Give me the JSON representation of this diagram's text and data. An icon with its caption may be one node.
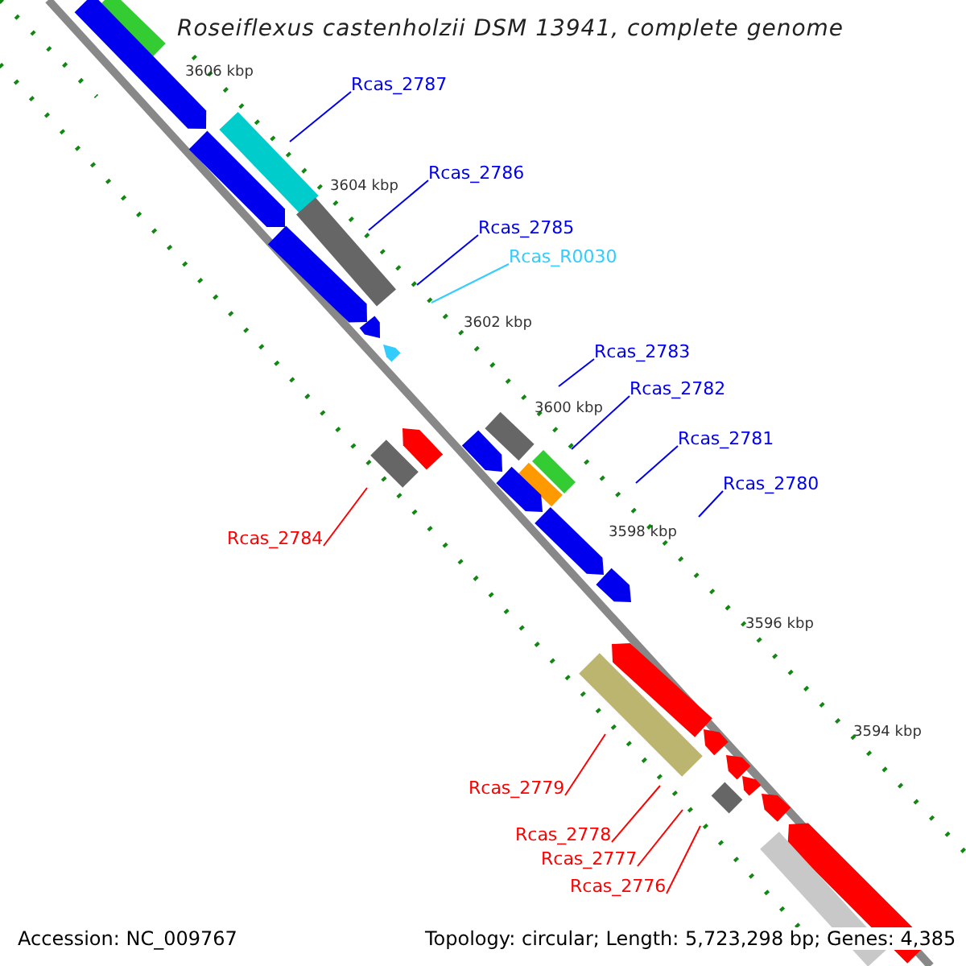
{
  "diagram": {
    "title": "Roseiflexus castenholzii DSM 13941, complete genome",
    "nodes": [
      {
        "text": [
          "Rcas_2787"
        ]
      },
      {
        "text": [
          "Rcas_2786"
        ]
      },
      {
        "text": [
          "Rcas_2785"
        ]
      },
      {
        "text": [
          "Rcas_R0030"
        ]
      },
      {
        "text": [
          "Rcas_2783"
        ]
      },
      {
        "text": [
          "Rcas_2782"
        ]
      },
      {
        "text": [
          "Rcas_2781"
        ]
      },
      {
        "text": [
          "Rcas_2780"
        ]
      },
      {
        "text": [
          "Rcas_2784"
        ]
      },
      {
        "text": [
          "Rcas_2779"
        ]
      },
      {
        "text": [
          "Rcas_2778"
        ]
      },
      {
        "text": [
          "Rcas_2777"
        ]
      },
      {
        "text": [
          "Rcas_2776"
        ]
      }
    ],
    "edges": [
      {
        "from": 0,
        "to": null,
        "arrow": "none"
      },
      {
        "from": 1,
        "to": null,
        "arrow": "none"
      },
      {
        "from": 2,
        "to": null,
        "arrow": "none"
      },
      {
        "from": 3,
        "to": null,
        "arrow": "none",
        "color": "#33ccff"
      },
      {
        "from": 4,
        "to": null,
        "arrow": "none"
      },
      {
        "from": 5,
        "to": null,
        "arrow": "none"
      },
      {
        "from": 6,
        "to": null,
        "arrow": "none"
      },
      {
        "from": 7,
        "to": null,
        "arrow": "none"
      },
      {
        "from": 8,
        "to": null,
        "arrow": "none",
        "color": "#ff0000"
      },
      {
        "from": 9,
        "to": null,
        "arrow": "none",
        "color": "#ff0000"
      },
      {
        "from": 10,
        "to": null,
        "arrow": "none",
        "color": "#ff0000"
      },
      {
        "from": 11,
        "to": null,
        "arrow": "none",
        "color": "#ff0000"
      },
      {
        "from": 12,
        "to": null,
        "arrow": "none",
        "color": "#ff0000"
      }
    ],
    "labels": [
      "3606 kbp",
      "3604 kbp",
      "3602 kbp",
      "3600 kbp",
      "3598 kbp",
      "3596 kbp",
      "3594 kbp",
      "Accession: NC_009767",
      "Topology: circular; Length: 5,723,298 bp; Genes: 4,385"
    ]
  }
}
